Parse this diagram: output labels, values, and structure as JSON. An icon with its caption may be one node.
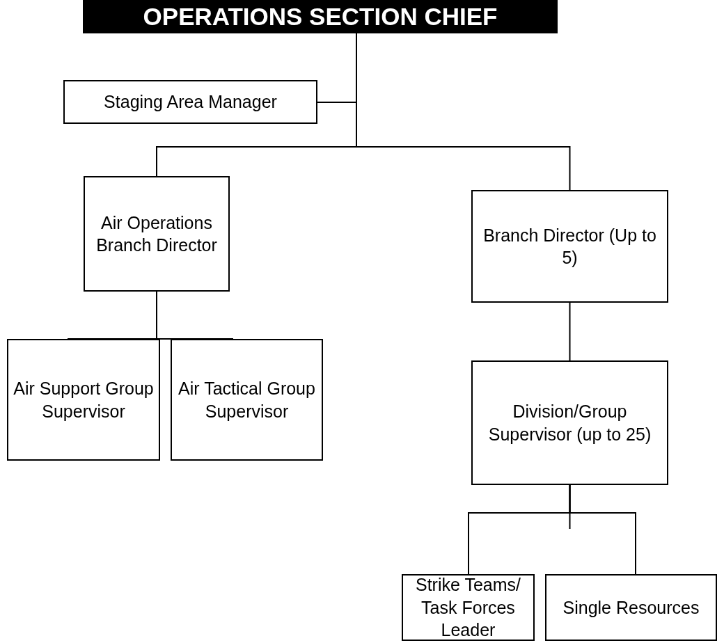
{
  "diagram": {
    "nodes": [
      {
        "text": [
          "OPERATIONS SECTION CHIEF"
        ]
      },
      {
        "text": [
          "Staging Area Manager"
        ]
      },
      {
        "text": [
          "Air Operations Branch Director"
        ]
      },
      {
        "text": [
          "Branch Director (Up to 5)"
        ]
      },
      {
        "text": [
          "Air Support Group Supervisor"
        ]
      },
      {
        "text": [
          "Air Tactical Group Supervisor"
        ]
      },
      {
        "text": [
          "Division/Group Supervisor (up to 25)"
        ]
      },
      {
        "text": [
          "Strike Teams/ Task Forces Leader"
        ]
      },
      {
        "text": [
          "Single Resources"
        ]
      }
    ],
    "edges": [
      {
        "from": 0,
        "to": 1,
        "arrow": "none"
      },
      {
        "from": 0,
        "to": 2,
        "arrow": "none"
      },
      {
        "from": 0,
        "to": 3,
        "arrow": "none"
      },
      {
        "from": 2,
        "to": 4,
        "arrow": "none"
      },
      {
        "from": 2,
        "to": 5,
        "arrow": "none"
      },
      {
        "from": 3,
        "to": 6,
        "arrow": "none"
      },
      {
        "from": 6,
        "to": 7,
        "arrow": "none"
      },
      {
        "from": 6,
        "to": 8,
        "arrow": "none"
      }
    ]
  }
}
